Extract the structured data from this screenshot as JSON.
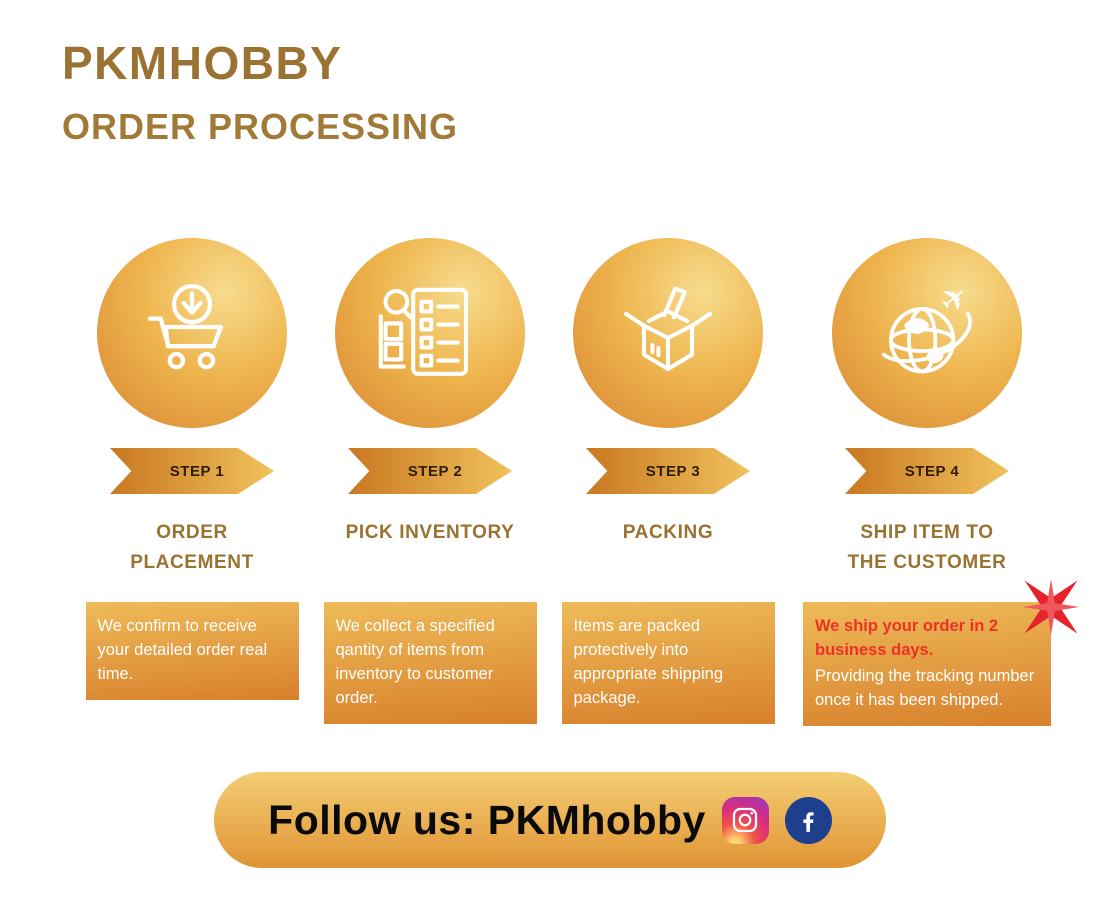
{
  "header": {
    "brand": "PKMHOBBY",
    "subtitle": "ORDER PROCESSING"
  },
  "steps": [
    {
      "badge": "STEP 1",
      "title": "ORDER PLACEMENT",
      "description": "We confirm to receive your detailed order real time.",
      "icon": "cart-download-icon"
    },
    {
      "badge": "STEP 2",
      "title": "PICK INVENTORY",
      "description": "We collect a specified qantity of items from inventory to customer order.",
      "icon": "inventory-checklist-icon"
    },
    {
      "badge": "STEP 3",
      "title": "PACKING",
      "description": "Items are packed protectively into appropriate shipping package.",
      "icon": "packing-box-icon"
    },
    {
      "badge": "STEP 4",
      "title": "SHIP ITEM TO THE CUSTOMER",
      "description_highlight": "We ship your order in 2 business days.",
      "description": "Providing the tracking number once it has been shipped.",
      "icon": "globe-plane-icon"
    }
  ],
  "footer": {
    "label": "Follow us: PKMhobby",
    "icons": [
      "instagram-icon",
      "facebook-icon"
    ]
  },
  "colors": {
    "heading": "#9a7232",
    "gold_light": "#f4ce74",
    "gold_dark": "#d8802c",
    "highlight_red": "#ee3124",
    "facebook_blue": "#1e3e8e",
    "icon_stroke": "#ffffff"
  }
}
